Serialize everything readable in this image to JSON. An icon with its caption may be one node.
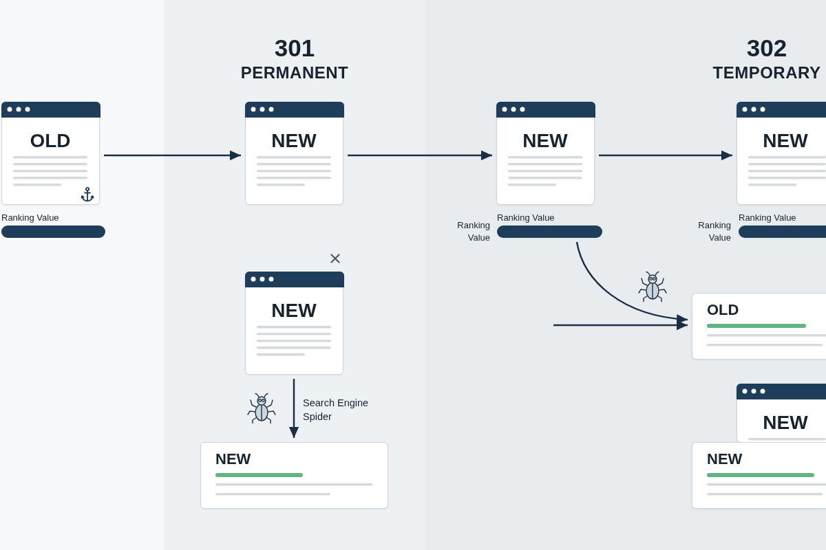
{
  "diagram": {
    "nodes": [
      {
        "text": [
          "OLD"
        ]
      },
      {
        "text": [],
        "shape": "bar",
        "beside": [
          "Ranking Value"
        ]
      },
      {
        "text": [
          "NEW"
        ]
      },
      {
        "text": [
          "NEW"
        ]
      },
      {
        "text": [],
        "shape": "bar",
        "beside": [
          "Ranking Value",
          "Ranking Value"
        ]
      },
      {
        "text": [
          "NEW"
        ]
      },
      {
        "text": [],
        "shape": "bar",
        "beside": [
          "Ranking Value",
          "Ranking Value"
        ]
      },
      {
        "text": [
          "NEW"
        ]
      },
      {
        "text": [
          "NEW"
        ]
      },
      {
        "text": [
          "OLD"
        ]
      },
      {
        "text": [
          "NEW"
        ]
      },
      {
        "text": [
          "NEW"
        ]
      }
    ],
    "edges": [
      {
        "from": 0,
        "to": 2,
        "arrow": "to"
      },
      {
        "from": 2,
        "to": 3,
        "arrow": "to"
      },
      {
        "from": 3,
        "to": 5,
        "arrow": "to"
      },
      {
        "from": 7,
        "to": 8,
        "arrow": "to",
        "label": "Search Engine Spider"
      },
      {
        "from": 4,
        "to": 9,
        "arrow": "to"
      },
      {
        "from": null,
        "to": 9,
        "arrow": "to"
      }
    ],
    "labels": [
      "301",
      "PERMANENT",
      "302",
      "TEMPORARY"
    ]
  }
}
